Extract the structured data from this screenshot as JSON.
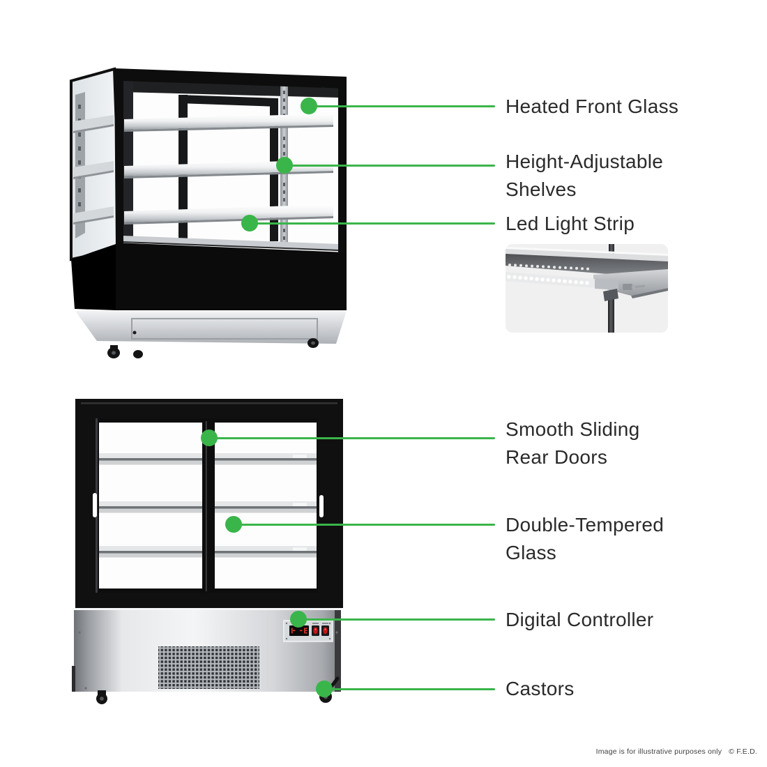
{
  "colors": {
    "accent_green": "#3ab54a",
    "label": "#2a2a2a",
    "footer": "#3f3f3f",
    "logo_blue": "#2f6fd8"
  },
  "top_figure": {
    "alt": "cake-display-cabinet-front-view",
    "callouts": [
      {
        "lines": [
          "Heated Front Glass"
        ]
      },
      {
        "lines": [
          "Height-Adjustable",
          "Shelves"
        ]
      },
      {
        "lines": [
          "Led Light Strip"
        ]
      }
    ]
  },
  "led_inset": {
    "alt": "led-light-strip-closeup"
  },
  "bottom_figure": {
    "alt": "cake-display-cabinet-rear-view",
    "callouts": [
      {
        "lines": [
          "Smooth Sliding",
          "Rear Doors"
        ]
      },
      {
        "lines": [
          "Double-Tempered",
          "Glass"
        ]
      },
      {
        "lines": [
          "Digital Controller"
        ]
      },
      {
        "lines": [
          "Castors"
        ]
      }
    ]
  },
  "footer": {
    "note": "Image is for illustrative purposes only",
    "copyright": "© F.E.D."
  }
}
